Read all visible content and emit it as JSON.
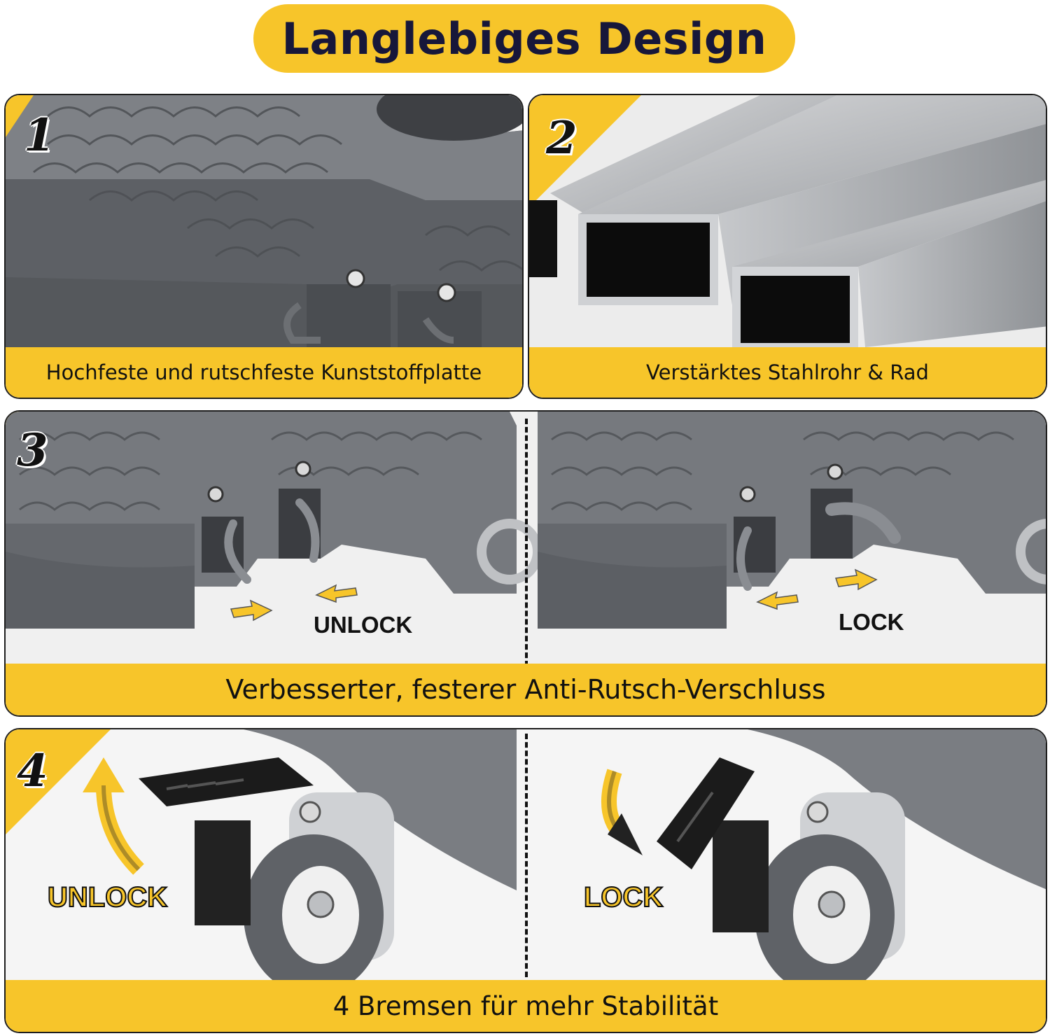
{
  "title": "Langlebiges Design",
  "panels": {
    "p1": {
      "number": "1",
      "caption": "Hochfeste und rutschfeste Kunststoffplatte"
    },
    "p2": {
      "number": "2",
      "caption": "Verstärktes Stahlrohr & Rad"
    },
    "p3": {
      "number": "3",
      "caption": "Verbesserter, festerer Anti-Rutsch-Verschluss",
      "left_label": "UNLOCK",
      "right_label": "LOCK"
    },
    "p4": {
      "number": "4",
      "caption": "4 Bremsen für mehr Stabilität",
      "left_label": "UNLOCK",
      "right_label": "LOCK"
    }
  },
  "colors": {
    "accent": "#f7c52a",
    "title_text": "#17173a",
    "plate_gray": "#6b6e73",
    "steel": "#b7b9bc"
  },
  "icons": [
    "arrow-right-icon",
    "arrow-left-icon",
    "curved-up-arrow-icon",
    "curved-down-arrow-icon"
  ]
}
